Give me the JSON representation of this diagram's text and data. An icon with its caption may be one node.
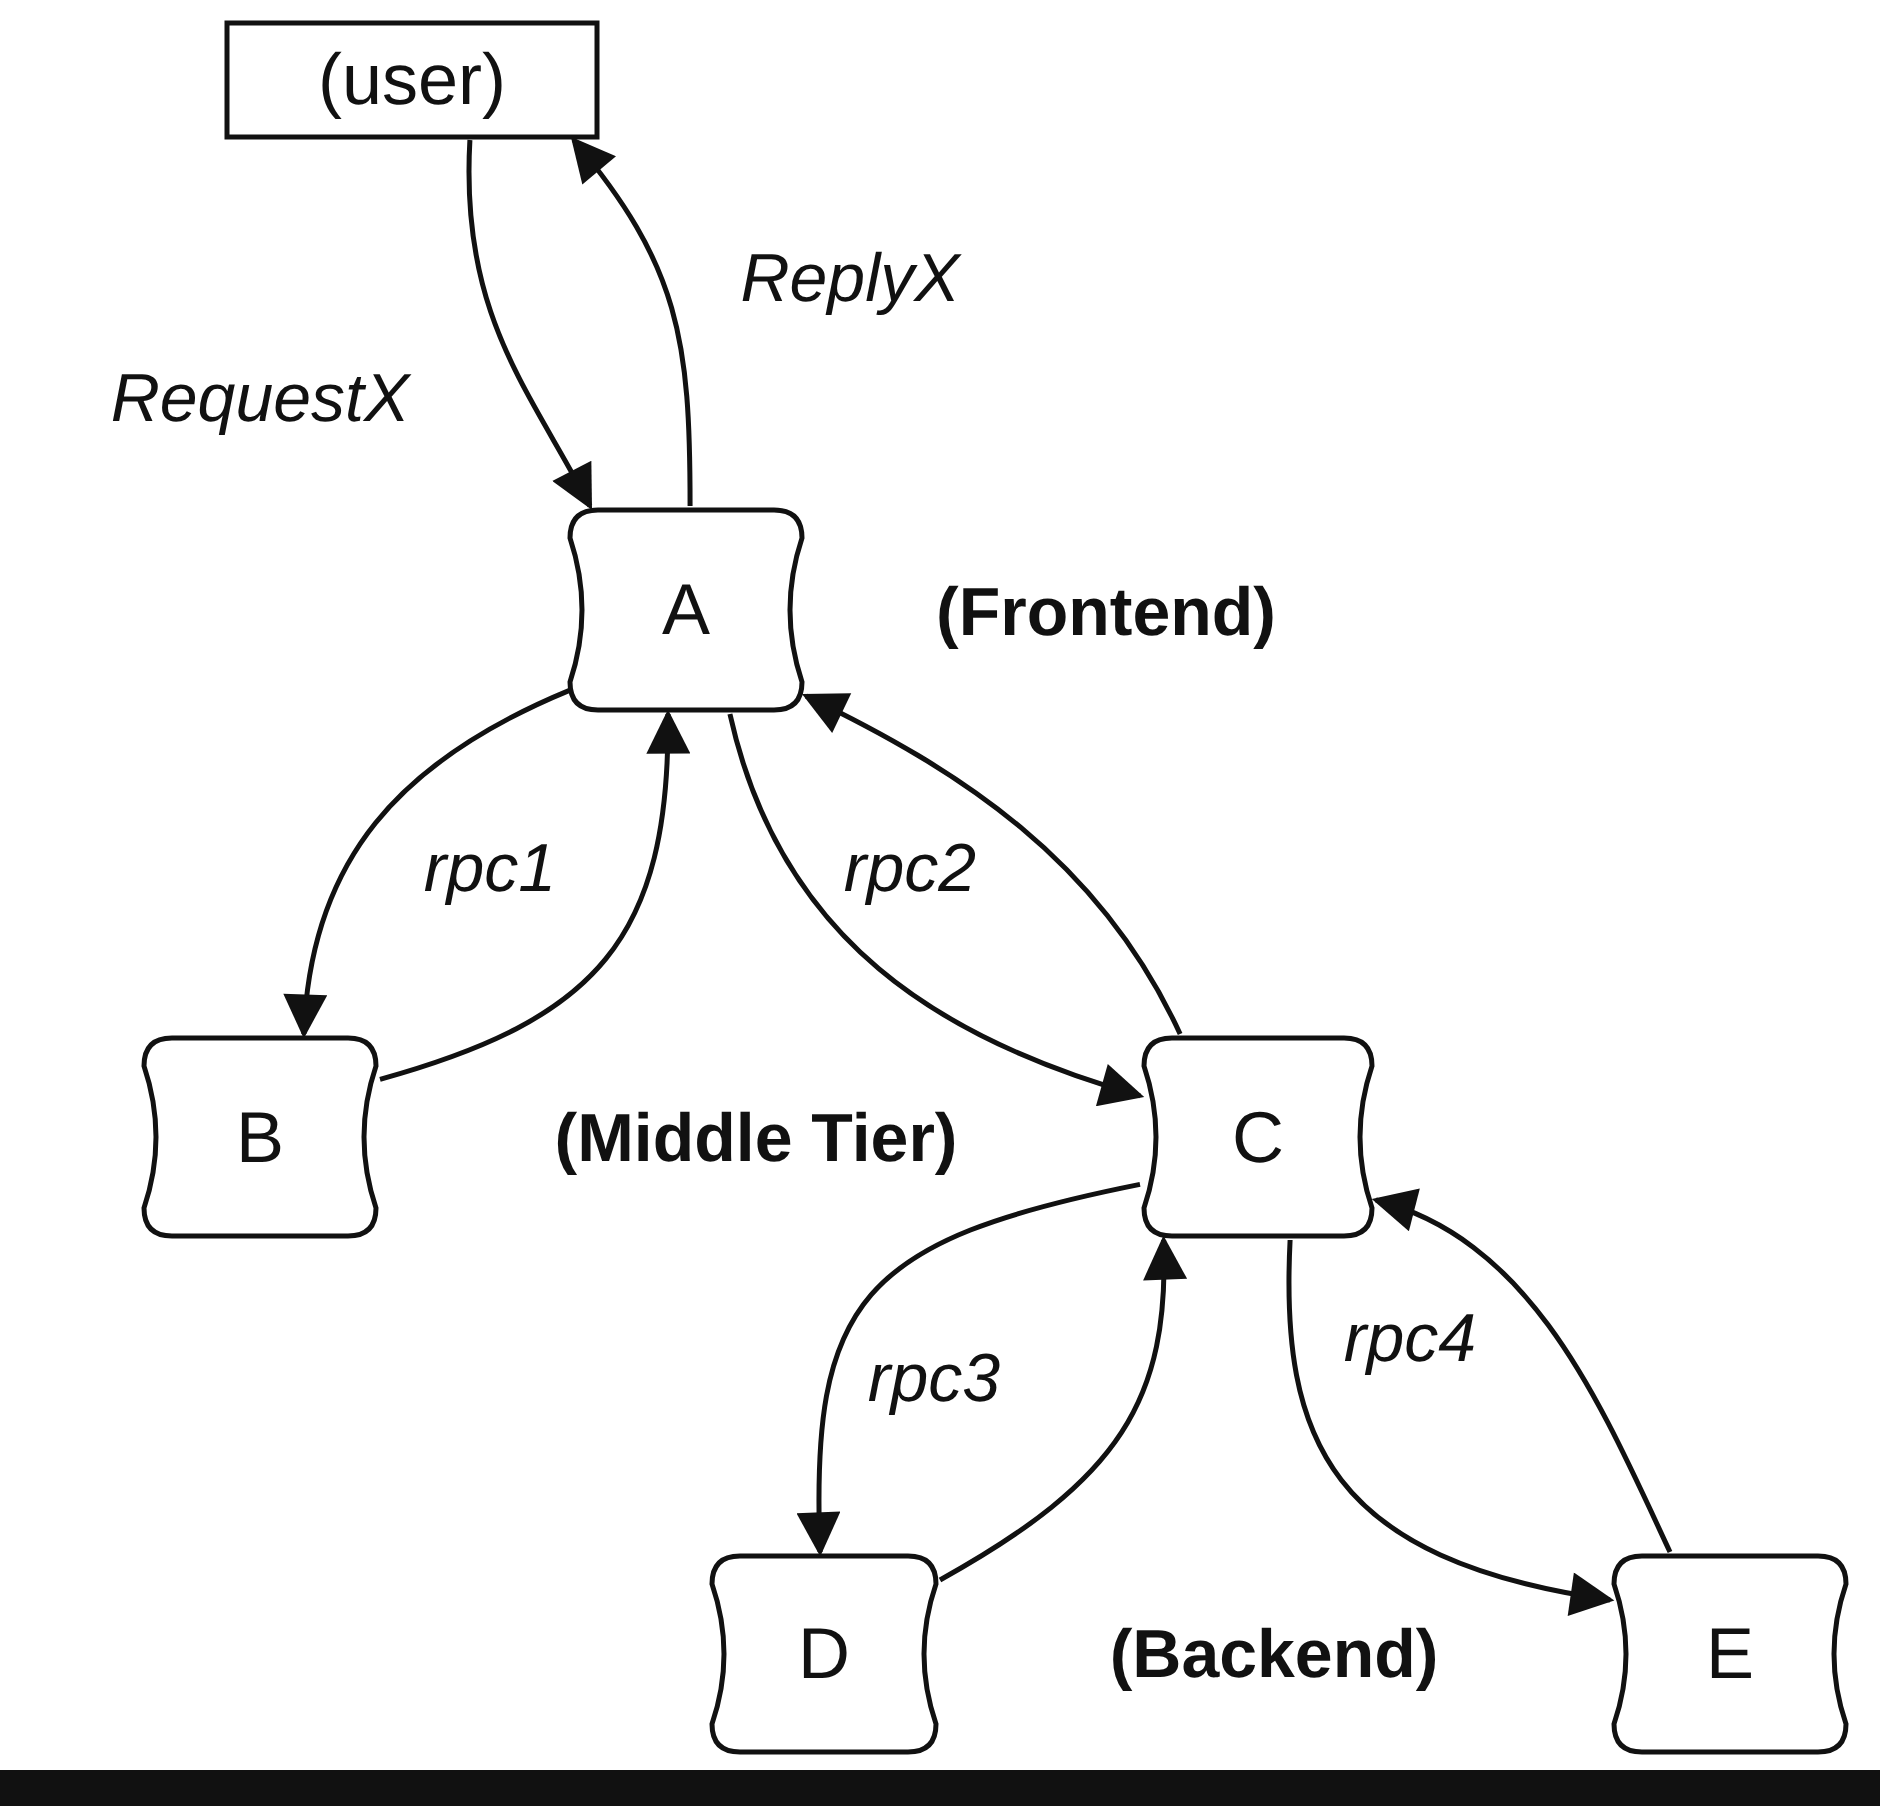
{
  "diagram": {
    "nodes": [
      {
        "text": [
          "(user)"
        ]
      },
      {
        "text": [
          "A"
        ]
      },
      {
        "text": [
          "B"
        ]
      },
      {
        "text": [
          "C"
        ]
      },
      {
        "text": [
          "D"
        ]
      },
      {
        "text": [
          "E"
        ]
      }
    ],
    "edges": [
      {
        "from": 0,
        "to": 1,
        "arrow": "to",
        "label": "RequestX"
      },
      {
        "from": 1,
        "to": 0,
        "arrow": "to",
        "label": "ReplyX"
      },
      {
        "from": 1,
        "to": 2,
        "arrow": "to",
        "label": "rpc1"
      },
      {
        "from": 2,
        "to": 1,
        "arrow": "to"
      },
      {
        "from": 1,
        "to": 3,
        "arrow": "to",
        "label": "rpc2"
      },
      {
        "from": 3,
        "to": 1,
        "arrow": "to"
      },
      {
        "from": 3,
        "to": 4,
        "arrow": "to",
        "label": "rpc3"
      },
      {
        "from": 4,
        "to": 3,
        "arrow": "to"
      },
      {
        "from": 3,
        "to": 5,
        "arrow": "to",
        "label": "rpc4"
      },
      {
        "from": 5,
        "to": 3,
        "arrow": "to"
      }
    ],
    "labels": [
      "(Frontend)",
      "(Middle Tier)",
      "(Backend)"
    ]
  }
}
